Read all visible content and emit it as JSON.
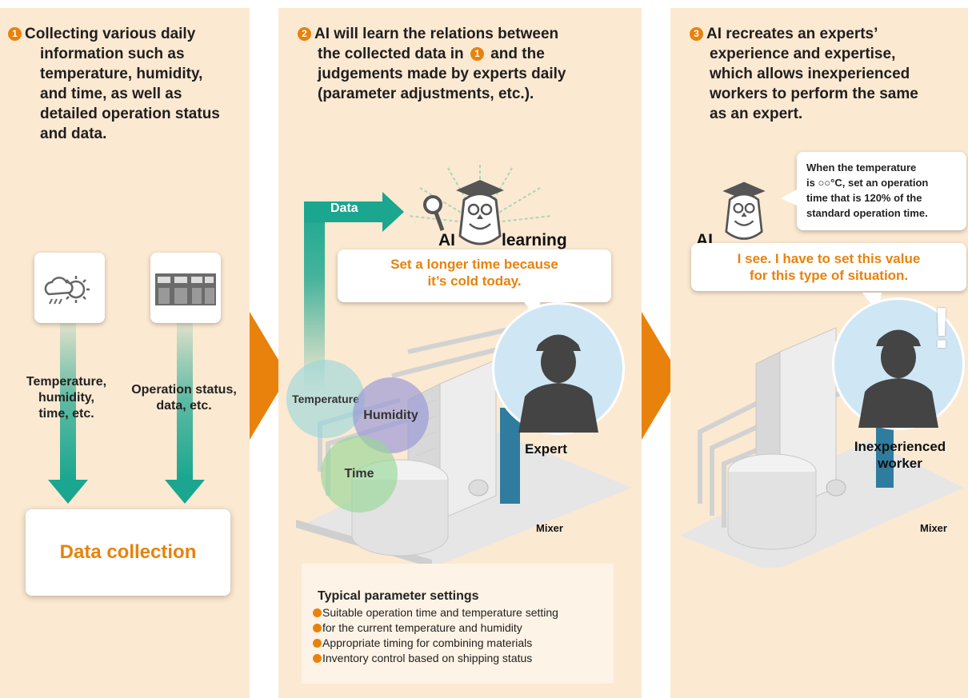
{
  "panel1": {
    "step": "1",
    "heading_lines": [
      "Collecting various daily",
      "information such as",
      "temperature, humidity,",
      "and time, as well as",
      "detailed operation status",
      "and data."
    ],
    "flow_left_lines": [
      "Temperature,",
      "humidity,",
      "time, etc."
    ],
    "flow_right_lines": [
      "Operation status,",
      "data, etc."
    ],
    "collection_label": "Data collection"
  },
  "panel2": {
    "step": "2",
    "heading_line1": "AI will learn the relations between",
    "heading_line2_pre": "the collected data in",
    "heading_line2_ref": "1",
    "heading_line2_post": "and the",
    "heading_line3": "judgements made by experts daily",
    "heading_line4": "(parameter adjustments, etc.).",
    "data_label": "Data",
    "ai_label": "AI",
    "learning_label": "learning",
    "bubble_lines": [
      "Set a longer time because",
      "it’s cold today."
    ],
    "expert_label": "Expert",
    "mixer_label": "Mixer",
    "circles": [
      "Temperature",
      "Humidity",
      "Time"
    ],
    "typical_title": "Typical parameter settings",
    "typical_items": [
      "Suitable operation time and temperature setting",
      "for the current temperature and humidity",
      "Appropriate timing for combining materials",
      "Inventory control based on shipping status"
    ]
  },
  "panel3": {
    "step": "3",
    "heading_lines": [
      "AI recreates an experts’",
      "experience and expertise,",
      "which allows inexperienced",
      "workers to perform the same",
      "as an expert."
    ],
    "speech_lines": [
      "When the temperature",
      "is ○○°C, set an operation",
      "time that is 120% of the",
      "standard operation time."
    ],
    "ai_label": "AI",
    "bubble_lines": [
      "I see. I have to set this value",
      "for this type of situation."
    ],
    "worker_lines": [
      "Inexperienced",
      "worker"
    ],
    "mixer_label": "Mixer",
    "exclaim": "!"
  },
  "colors": {
    "panel": "#fce9d2",
    "accent": "#e8820c",
    "teal": "#1aa68f",
    "circle_blue": "#cfe6f5"
  },
  "icons": [
    "weather-icon",
    "machine-icon",
    "owl-icon",
    "person-icon",
    "mixer-machine-icon"
  ]
}
